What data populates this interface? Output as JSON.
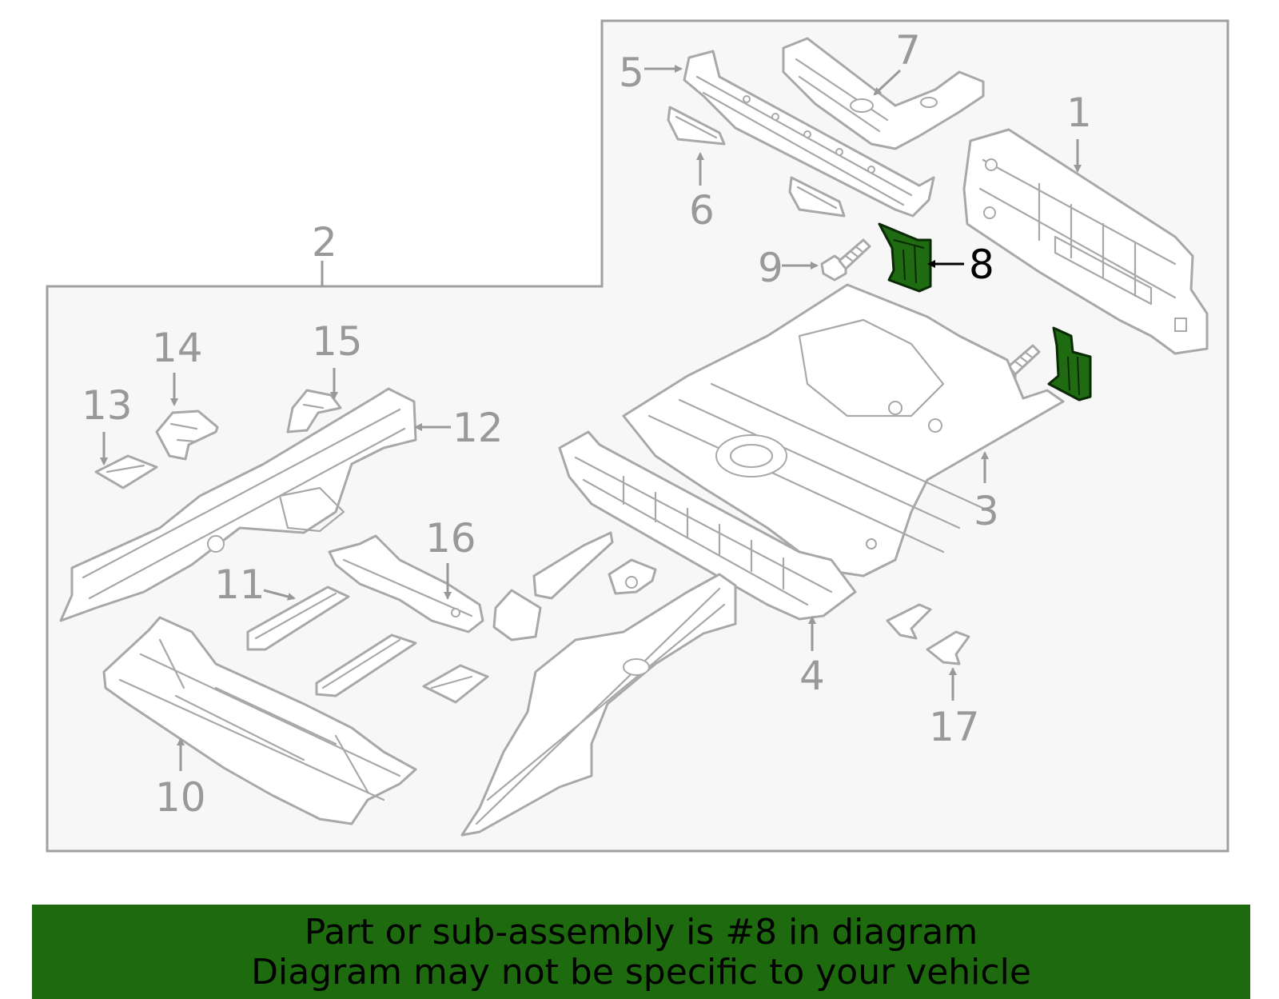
{
  "diagram": {
    "callouts": [
      {
        "id": "1",
        "text": "1"
      },
      {
        "id": "2",
        "text": "2"
      },
      {
        "id": "3",
        "text": "3"
      },
      {
        "id": "4",
        "text": "4"
      },
      {
        "id": "5",
        "text": "5"
      },
      {
        "id": "6",
        "text": "6"
      },
      {
        "id": "7",
        "text": "7"
      },
      {
        "id": "8",
        "text": "8",
        "highlighted": true
      },
      {
        "id": "9",
        "text": "9"
      },
      {
        "id": "10",
        "text": "10"
      },
      {
        "id": "11",
        "text": "11"
      },
      {
        "id": "12",
        "text": "12"
      },
      {
        "id": "13",
        "text": "13"
      },
      {
        "id": "14",
        "text": "14"
      },
      {
        "id": "15",
        "text": "15"
      },
      {
        "id": "16",
        "text": "16"
      },
      {
        "id": "17",
        "text": "17"
      }
    ],
    "highlight_color": "#1f6b12",
    "outline_color": "#a8a8a8",
    "panel_color": "#f7f7f7"
  },
  "banner": {
    "line1": "Part or sub-assembly is #8 in diagram",
    "line2": "Diagram may not be specific to your vehicle",
    "background": "#1e6a0e"
  }
}
